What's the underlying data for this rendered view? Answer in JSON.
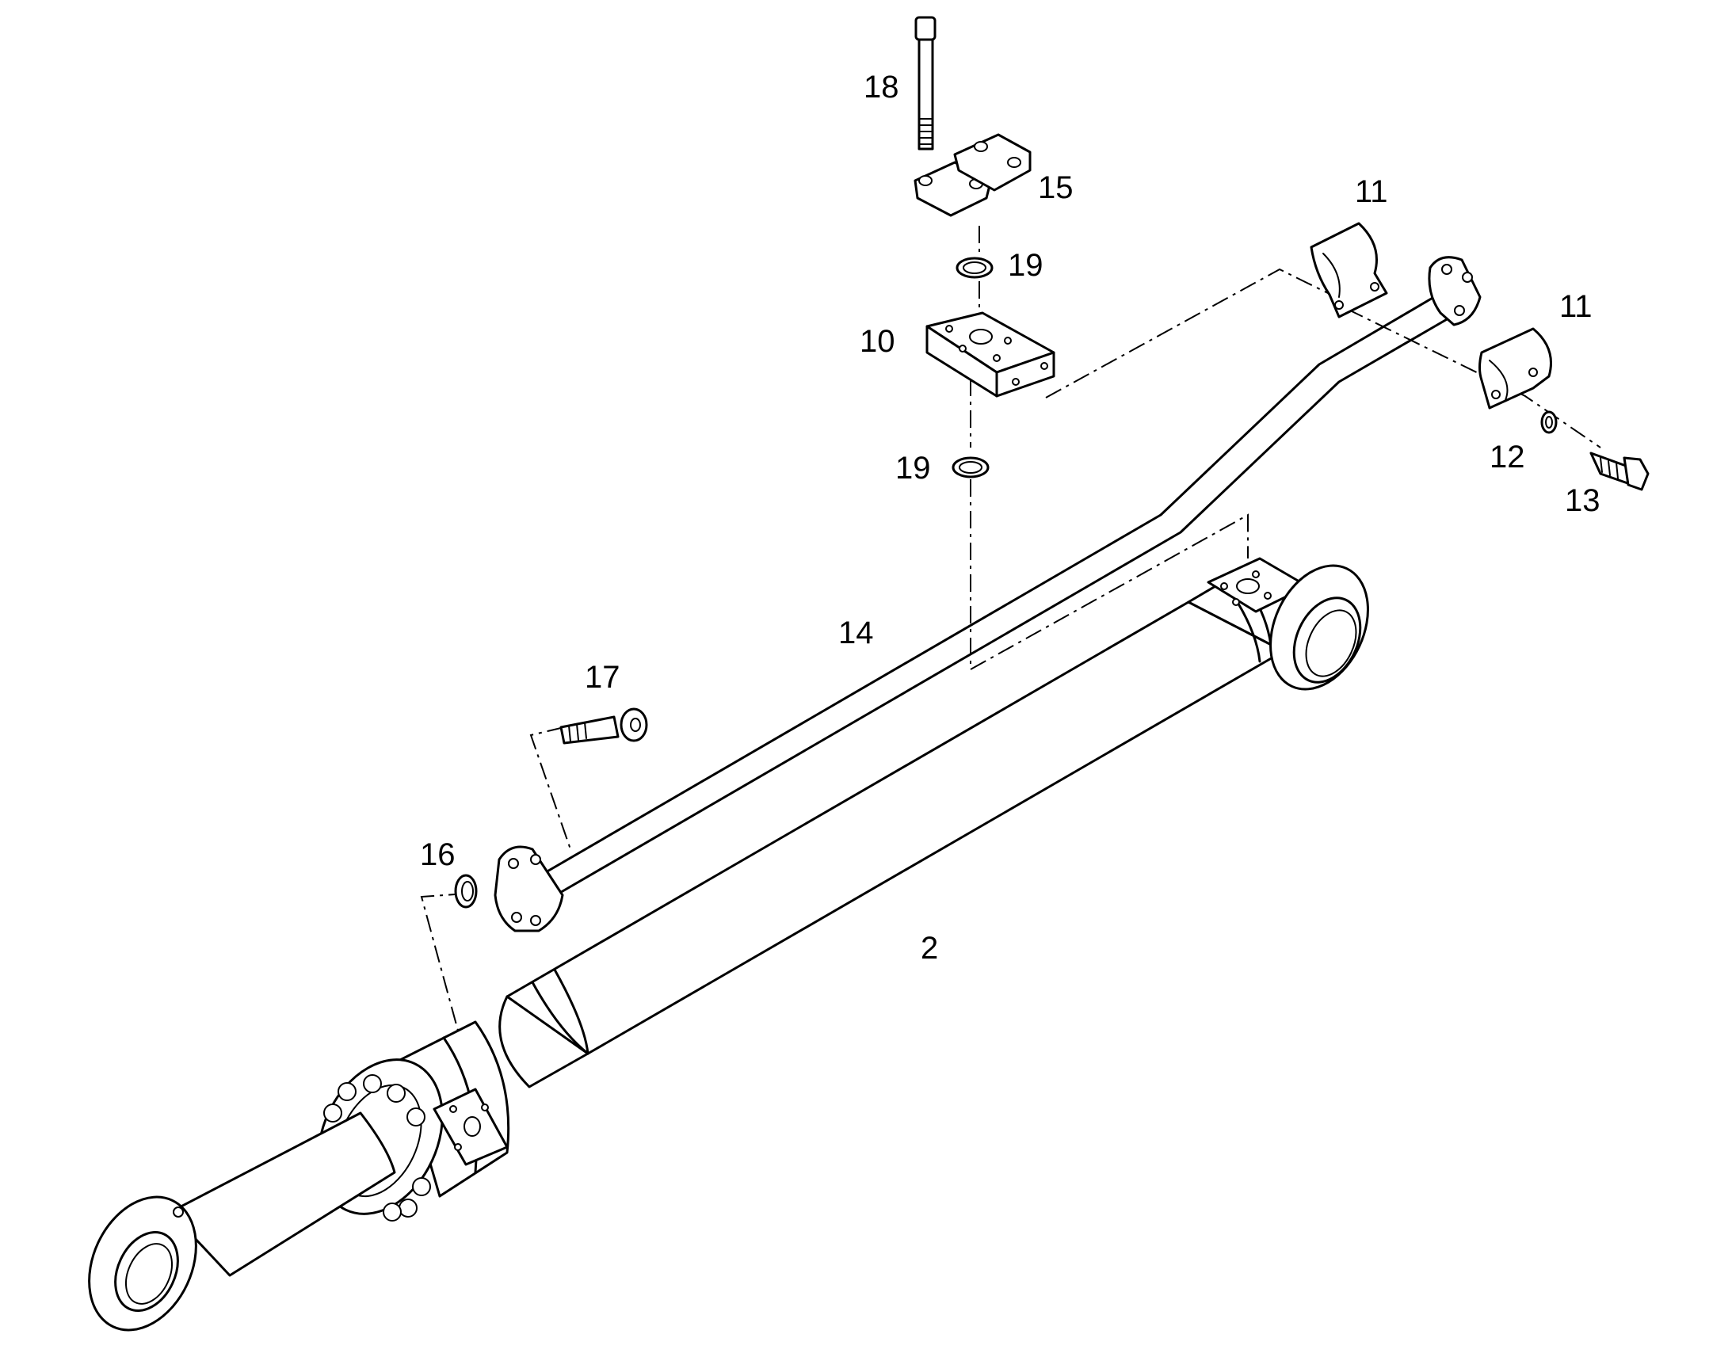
{
  "colors": {
    "line": "#000000",
    "background": "#ffffff"
  },
  "callouts": {
    "c2": "2",
    "c10": "10",
    "c11a": "11",
    "c11b": "11",
    "c12": "12",
    "c13": "13",
    "c14": "14",
    "c15": "15",
    "c16": "16",
    "c17": "17",
    "c18": "18",
    "c19a": "19",
    "c19b": "19"
  }
}
